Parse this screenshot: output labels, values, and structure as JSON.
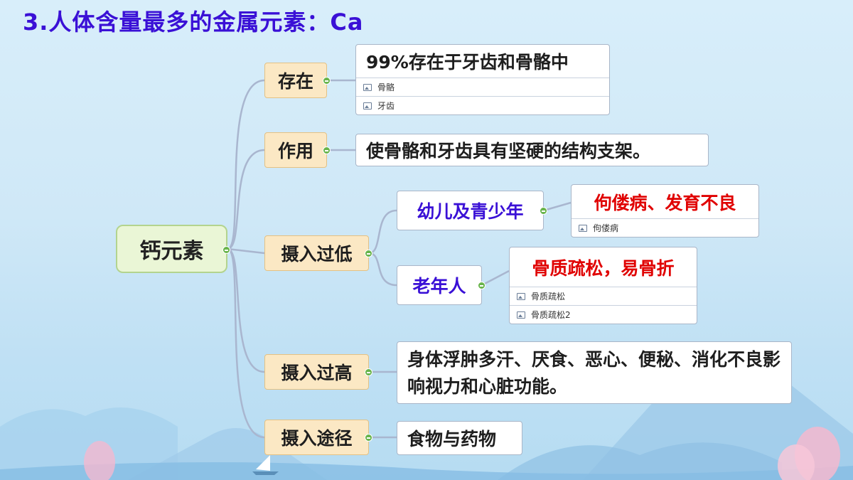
{
  "title": "3.人体含量最多的金属元素：Ca",
  "root": {
    "label": "钙元素"
  },
  "branches": [
    {
      "label": "存在",
      "detail": {
        "text": "99%存在于牙齿和骨骼中",
        "attachments": [
          "骨骼",
          "牙齿"
        ]
      }
    },
    {
      "label": "作用",
      "detail": {
        "text": "使骨骼和牙齿具有坚硬的结构支架。"
      }
    },
    {
      "label": "摄入过低",
      "children": [
        {
          "label": "幼儿及青少年",
          "detail": {
            "text": "佝偻病、发育不良",
            "attachments": [
              "佝偻病"
            ]
          }
        },
        {
          "label": "老年人",
          "detail": {
            "text": "骨质疏松，易骨折",
            "attachments": [
              "骨质疏松",
              "骨质疏松2"
            ]
          }
        }
      ]
    },
    {
      "label": "摄入过高",
      "detail": {
        "text": "身体浮肿多汗、厌食、恶心、便秘、消化不良影响视力和心脏功能。"
      }
    },
    {
      "label": "摄入途径",
      "detail": {
        "text": "食物与药物"
      }
    }
  ],
  "colors": {
    "title": "#3a10d6",
    "sub_label": "#3a10d6",
    "effect_text": "#e00000",
    "connector": "#a9b6cf",
    "toggle": "#68b44b"
  },
  "icons": {
    "attachment": "image-icon",
    "collapse": "collapse-toggle-icon"
  }
}
